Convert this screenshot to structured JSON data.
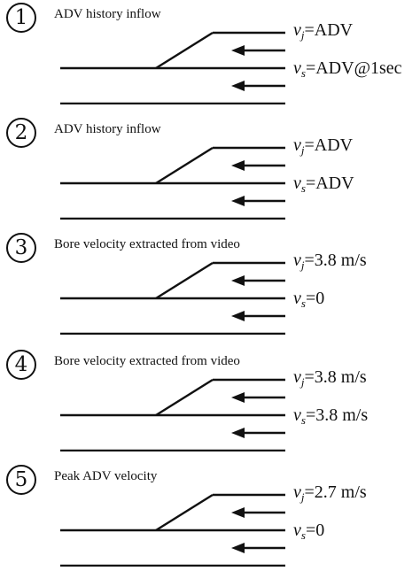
{
  "scenarios": [
    {
      "number": "1",
      "title": "ADV history inflow",
      "vj_sub": "j",
      "vj_value": "ADV",
      "vs_sub": "s",
      "vs_value": "ADV@1sec"
    },
    {
      "number": "2",
      "title": "ADV history inflow",
      "vj_sub": "j",
      "vj_value": "ADV",
      "vs_sub": "s",
      "vs_value": "ADV"
    },
    {
      "number": "3",
      "title": "Bore velocity extracted from video",
      "vj_sub": "j",
      "vj_value": "3.8 m/s",
      "vs_sub": "s",
      "vs_value": "0"
    },
    {
      "number": "4",
      "title": "Bore velocity extracted from video",
      "vj_sub": "j",
      "vj_value": "3.8 m/s",
      "vs_sub": "s",
      "vs_value": "3.8 m/s"
    },
    {
      "number": "5",
      "title": "Peak ADV velocity",
      "vj_sub": "j",
      "vj_value": "2.7 m/s",
      "vs_sub": "s",
      "vs_value": "0"
    }
  ],
  "symbol": "v",
  "equals": "="
}
